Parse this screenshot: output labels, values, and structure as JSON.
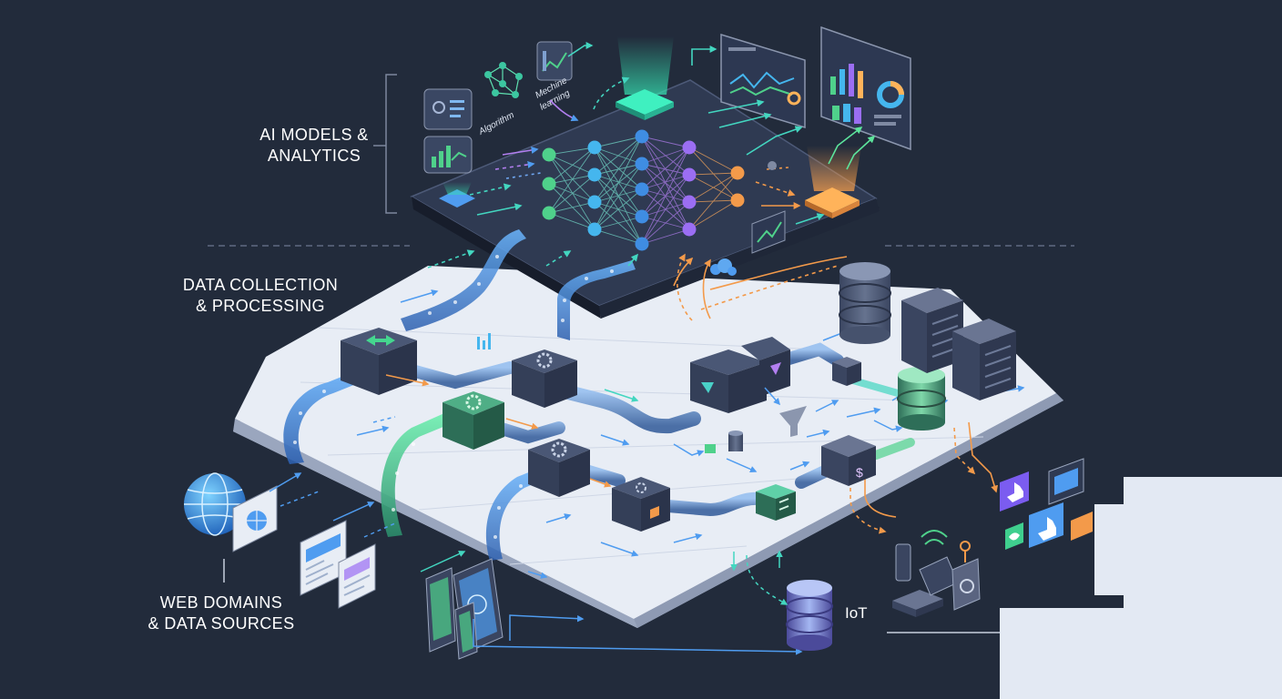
{
  "labels": {
    "ai_models_line1": "AI MODELS &",
    "ai_models_line2": "ANALYTICS",
    "data_collection_line1": "DATA COLLECTION",
    "data_collection_line2": "& PROCESSING",
    "web_domains_line1": "WEB DOMAINS",
    "web_domains_line2": "& DATA SOURCES",
    "iot": "IoT",
    "algorithm": "Algorithm",
    "machine_line1": "Mechine",
    "machine_line2": "learning"
  },
  "icons": {
    "globe": "globe-icon",
    "browser": "browser-window-icon",
    "tablet": "tablet-icon",
    "database": "database-icon",
    "server": "server-rack-icon",
    "router": "wifi-router-icon",
    "social": "social-media-icon",
    "gear": "gear-icon",
    "filter": "filter-icon",
    "dollar": "dollar-icon",
    "neural_network": "neural-network-icon",
    "dashboard": "dashboard-chart-icon"
  },
  "colors": {
    "background": "#222b3b",
    "platform_light": "#e8edf5",
    "platform_dark": "#2f3a52",
    "flow_blue": "#3f8de3",
    "flow_green": "#4fd18b",
    "flow_orange": "#f39a4a",
    "node_purple": "#9b6ef3",
    "glow_teal": "#35e0b0"
  }
}
